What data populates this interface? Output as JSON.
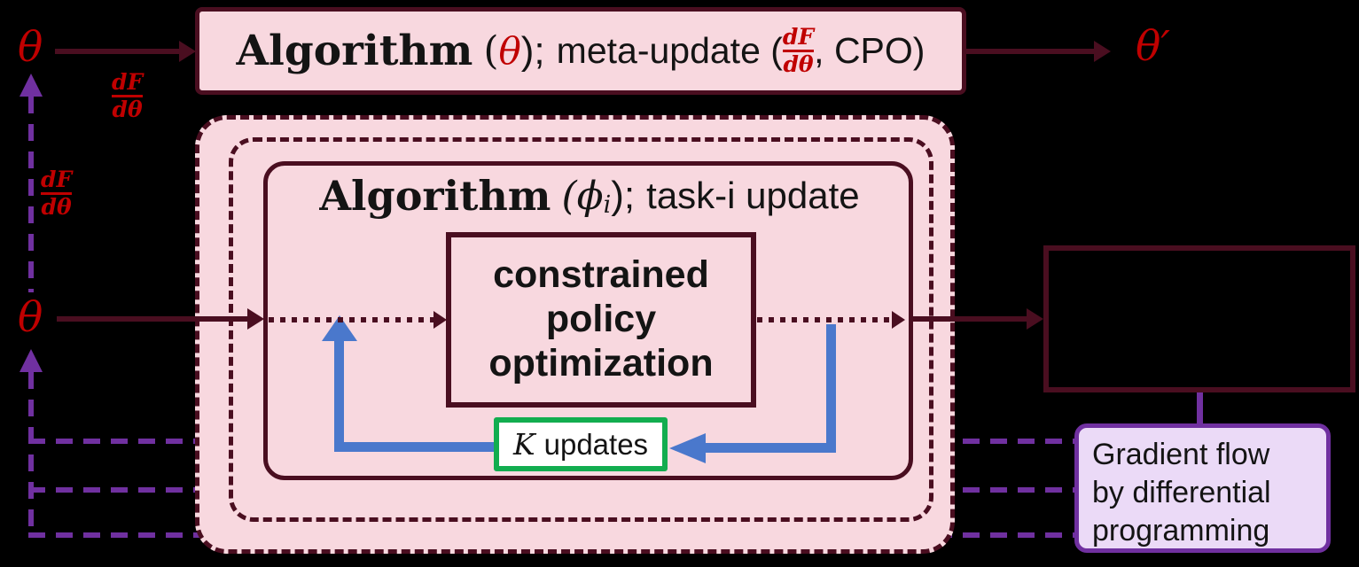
{
  "colors": {
    "pink": "#F8D8DF",
    "maroon": "#4A0E20",
    "red": "#C00000",
    "purple": "#7030A0",
    "lightpurple": "#EBDAF7",
    "blue": "#4A78CC",
    "green": "#12AD4F",
    "ink": "#141414",
    "white": "#FFFFFF"
  },
  "labels": {
    "theta_top": "θ",
    "theta_mid": "θ",
    "theta_out": "θ′",
    "frac_top_num": "dF",
    "frac_top_den": "dθ",
    "frac_side_num": "dF",
    "frac_side_den": "dθ"
  },
  "meta_box": {
    "algorithm": "Algorithm",
    "paren_theta_open": "(",
    "theta": "θ",
    "paren_theta_close": ");",
    "meta_update": "meta-update (",
    "frac_num": "dF",
    "frac_den": "dθ",
    "tail": ", CPO)"
  },
  "task_box": {
    "algorithm": "Algorithm",
    "phi_open": "(ϕ",
    "phi_sub": "i",
    "phi_close": ");",
    "task_update": "task-i update"
  },
  "cpo_box": {
    "lines": [
      "constrained",
      "policy",
      "optimization"
    ]
  },
  "k_box": {
    "k": "K",
    "updates": "updates"
  },
  "gradient_box": {
    "lines": [
      "Gradient flow",
      "by differential",
      "programming"
    ]
  }
}
